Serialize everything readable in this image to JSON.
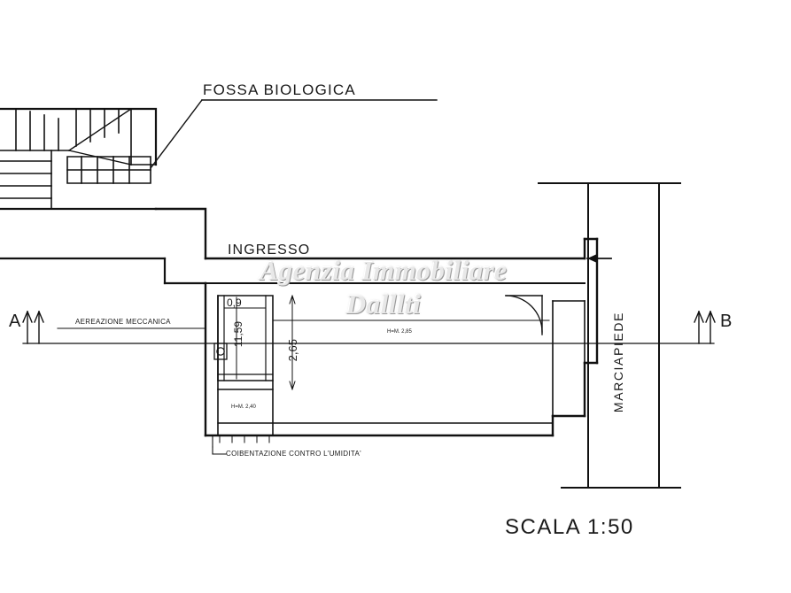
{
  "drawing": {
    "type": "architectural-floor-plan",
    "scale_label": "SCALA 1:50",
    "labels": {
      "fossa_biologica": "FOSSA  BIOLOGICA",
      "ingresso": "INGRESSO",
      "marciapiede": "MARCIAPIEDE",
      "aereazione": "AEREAZIONE MECCANICA",
      "coibentazione": "COIBENTAZIONE CONTRO L'UMIDITA'",
      "section_left": "A",
      "section_right": "B"
    },
    "dimensions": {
      "door_width": "0,9",
      "room_depth": "2,65",
      "room_length": "11,59",
      "height_main": "H=M. 2,85",
      "height_service": "H=M. 2,40"
    }
  },
  "watermark": {
    "line1": "Agenzia Immobiliare",
    "line2": "Dalllti"
  }
}
